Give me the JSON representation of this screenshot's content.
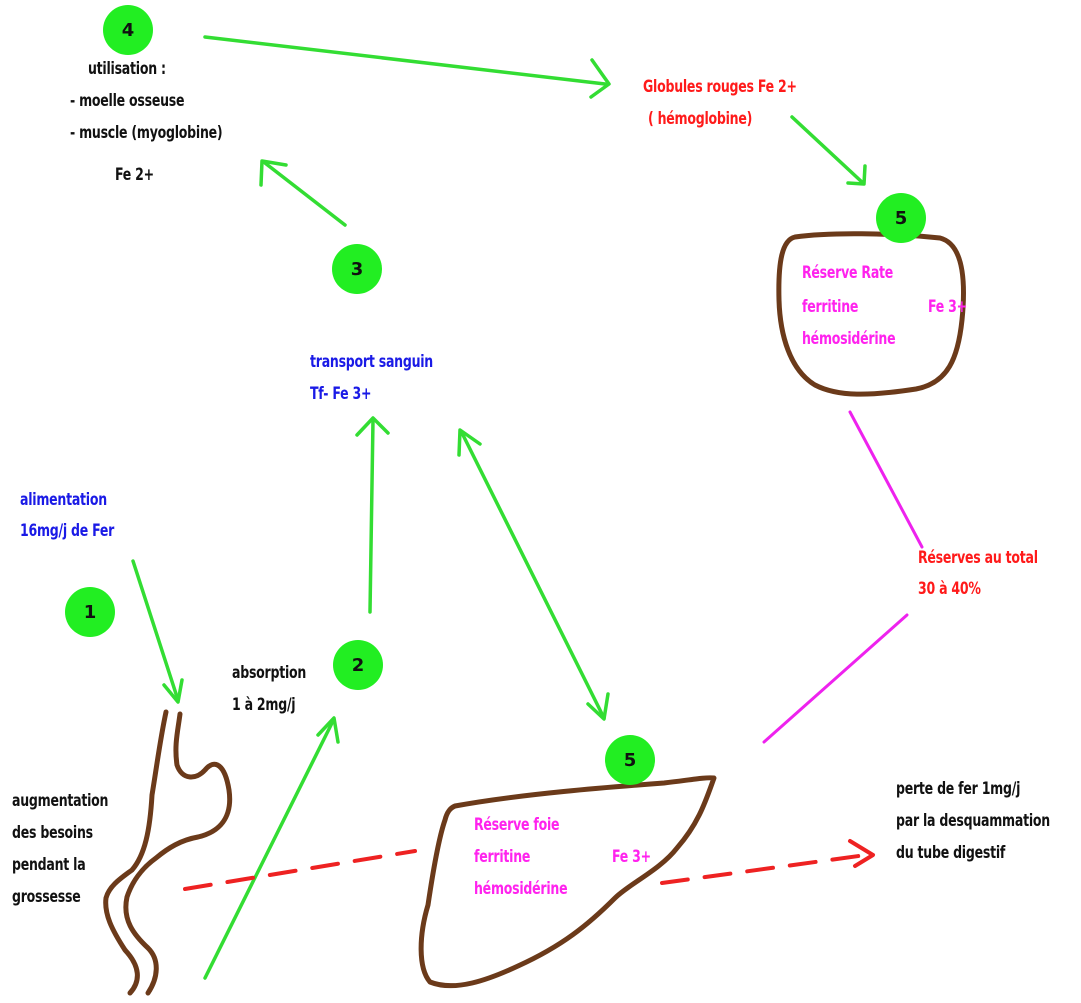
{
  "colors": {
    "arrow": "#33dd33",
    "badge": "#22ee22",
    "organ": "#6b3a1a",
    "loss": "#ee2222",
    "reserve_link": "#ee22ee",
    "blue_text": "#1a1ae6",
    "red_text": "#ff1a1a",
    "magenta_text": "#ff22ee"
  },
  "steps": {
    "s1": "1",
    "s2": "2",
    "s3": "3",
    "s4": "4",
    "s5_spleen": "5",
    "s5_liver": "5"
  },
  "utilisation": {
    "title": "utilisation :",
    "line1": "- moelle osseuse",
    "line2": "- muscle (myoglobine)",
    "iron": "Fe 2+"
  },
  "red_cells": {
    "line1": "Globules rouges Fe 2+",
    "line2": "( hémoglobine)"
  },
  "spleen_reserve": {
    "line1": "Réserve Rate",
    "line2": "ferritine",
    "iron": "Fe 3+",
    "line3": "hémosidérine"
  },
  "transport": {
    "line1": "transport sanguin",
    "line2": "Tf- Fe 3+"
  },
  "diet": {
    "line1": "alimentation",
    "line2": "16mg/j de Fer"
  },
  "absorption": {
    "line1": "absorption",
    "line2": "1 à 2mg/j"
  },
  "total_reserves": {
    "line1": "Réserves au total",
    "line2": "30 à 40%"
  },
  "pregnancy": {
    "line1": "augmentation",
    "line2": "des besoins",
    "line3": "pendant la",
    "line4": "grossesse"
  },
  "liver_reserve": {
    "line1": "Réserve foie",
    "line2": "ferritine",
    "iron": "Fe 3+",
    "line3": "hémosidérine"
  },
  "loss": {
    "line1": "perte de fer 1mg/j",
    "line2": "par la desquammation",
    "line3": "du tube digestif"
  }
}
